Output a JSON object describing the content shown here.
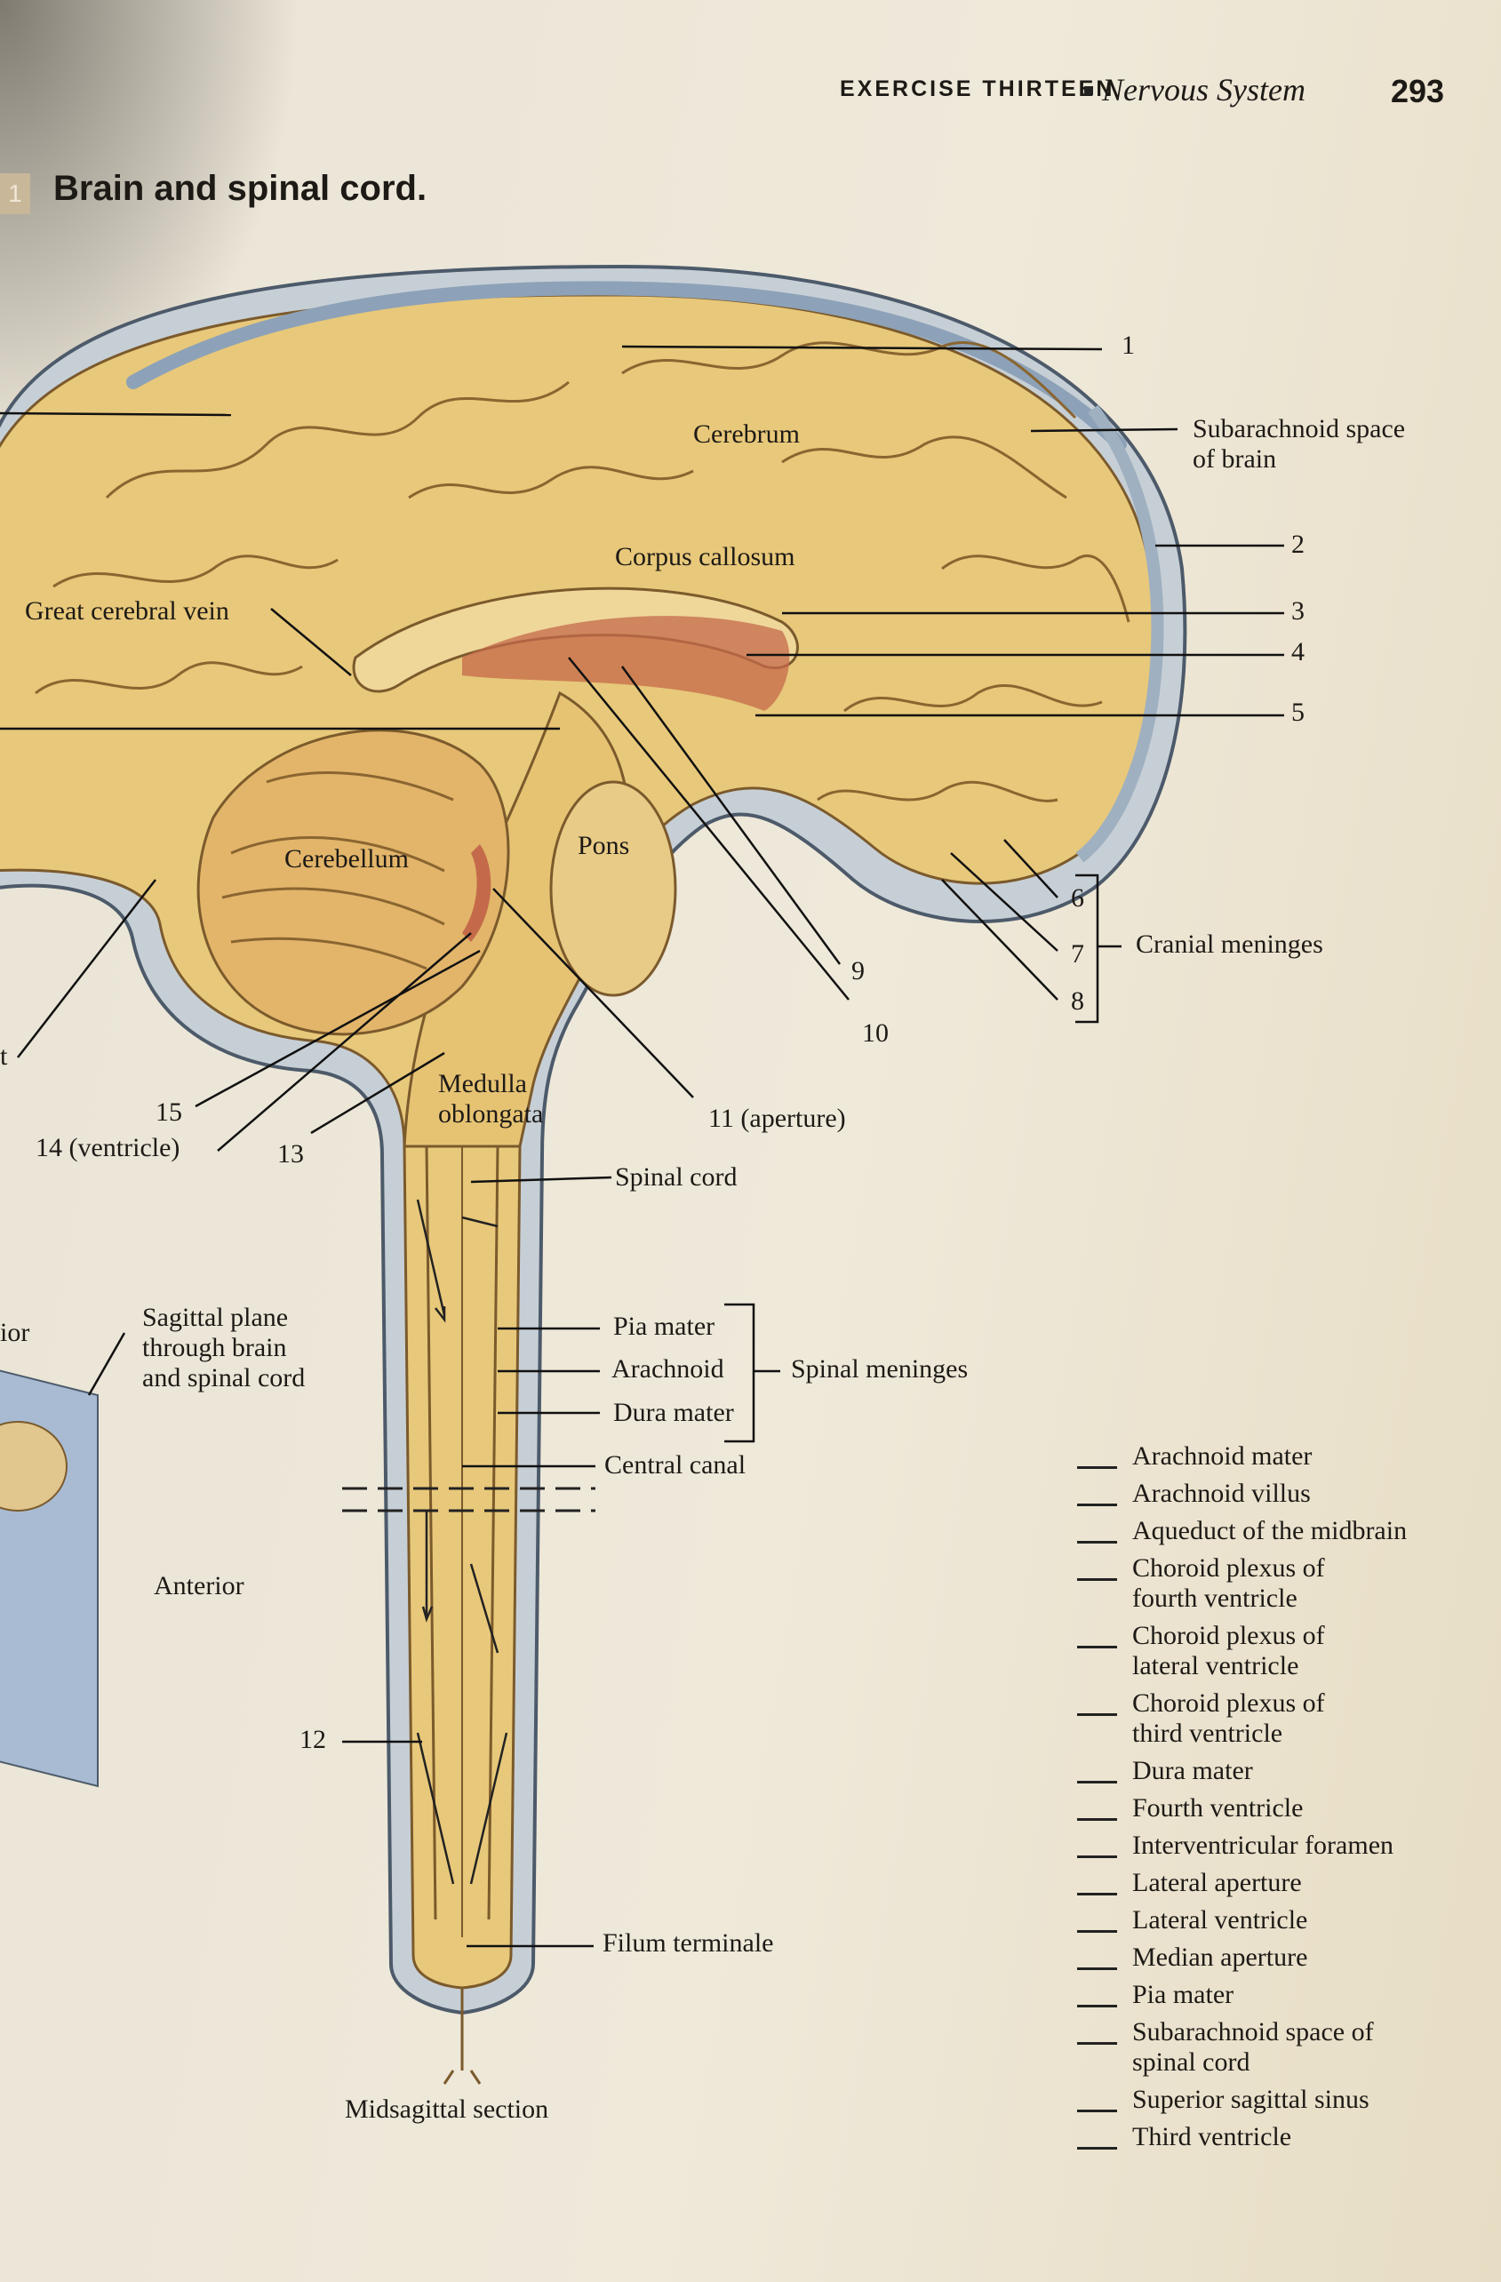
{
  "header": {
    "exercise": "EXERCISE THIRTEEN",
    "chapter": "Nervous System",
    "page_number": "293"
  },
  "figure": {
    "number_tab": "1",
    "caption": "Brain and spinal cord."
  },
  "labels": {
    "cerebrum": "Cerebrum",
    "corpus_callosum": "Corpus callosum",
    "great_cerebral_vein": "Great cerebral vein",
    "cerebellum": "Cerebellum",
    "pons": "Pons",
    "medulla": "Medulla\noblongata",
    "spinal_cord": "Spinal cord",
    "subarachnoid_brain": "Subarachnoid space\nof brain",
    "cranial_meninges": "Cranial meninges",
    "aperture_11": "11 (aperture)",
    "ventricle_14": "14  (ventricle)",
    "sagittal_plane": "Sagittal plane\nthrough brain\nand spinal cord",
    "anterior": "Anterior",
    "pia_mater": "Pia mater",
    "arachnoid": "Arachnoid",
    "dura_mater": "Dura mater",
    "spinal_meninges": "Spinal meninges",
    "central_canal": "Central canal",
    "filum_terminale": "Filum terminale",
    "midsagittal": "Midsagittal section",
    "edge_or": "ior",
    "edge_t": "t"
  },
  "numbers": {
    "n1": "1",
    "n2": "2",
    "n3": "3",
    "n4": "4",
    "n5": "5",
    "n6": "6",
    "n7": "7",
    "n8": "8",
    "n9": "9",
    "n10": "10",
    "n12": "12",
    "n13": "13",
    "n15": "15"
  },
  "answer_terms": [
    "Arachnoid mater",
    "Arachnoid villus",
    "Aqueduct of the midbrain",
    "Choroid plexus of\nfourth ventricle",
    "Choroid plexus of\nlateral ventricle",
    "Choroid plexus of\nthird ventricle",
    "Dura mater",
    "Fourth ventricle",
    "Interventricular foramen",
    "Lateral aperture",
    "Lateral ventricle",
    "Median aperture",
    "Pia mater",
    "Subarachnoid space of\nspinal cord",
    "Superior sagittal sinus",
    "Third ventricle"
  ],
  "colors": {
    "tissue": "#e8c87a",
    "tissue_dark": "#d9ae55",
    "csf": "#b9c4cf",
    "meninges": "#7f95ad",
    "choroid": "#c46a4a",
    "cerebellum": "#e2b56a"
  }
}
